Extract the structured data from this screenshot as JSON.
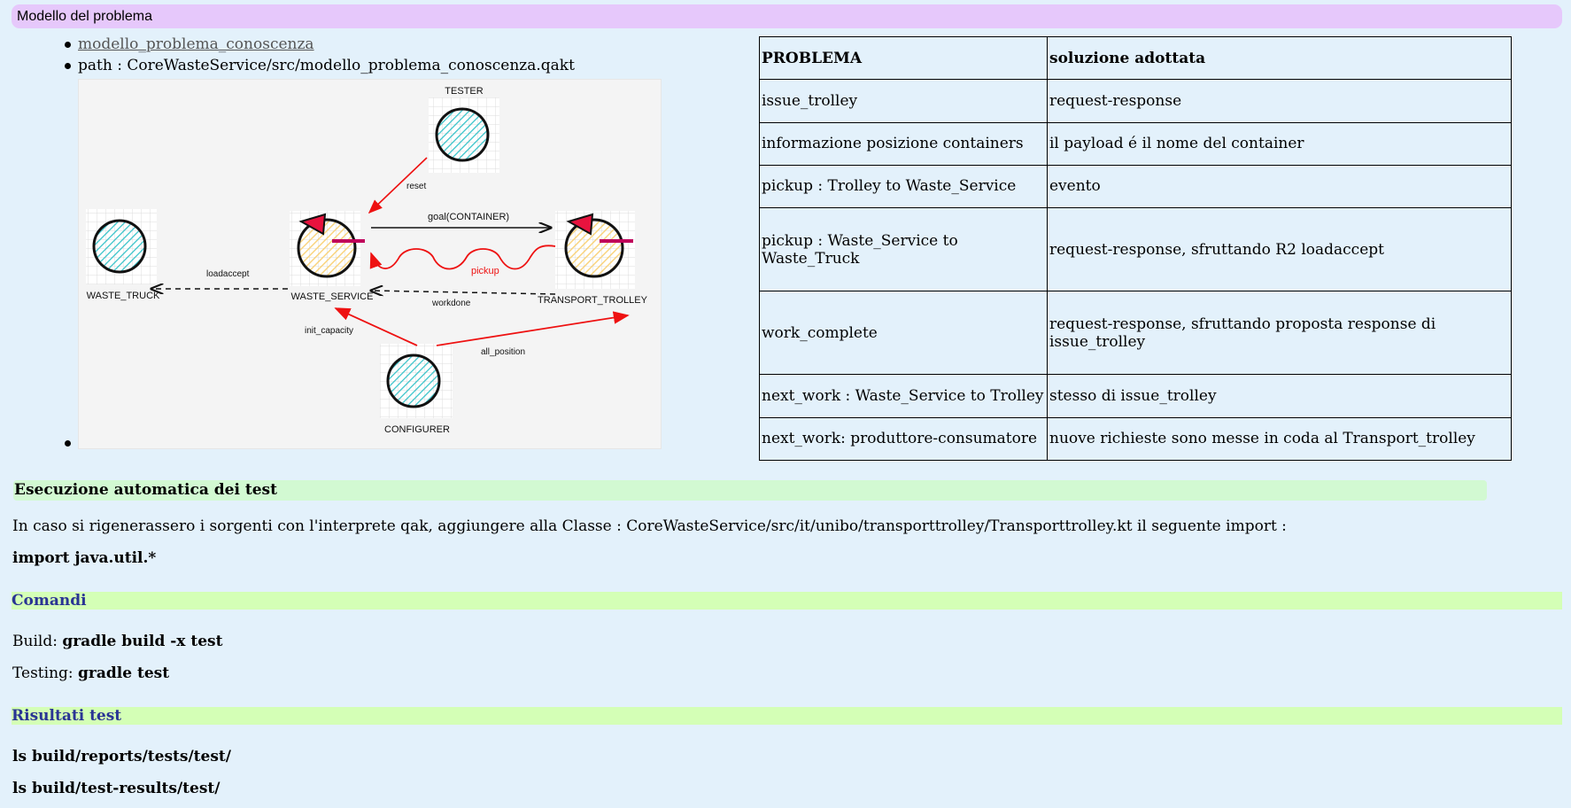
{
  "header": {
    "title": "Modello del problema"
  },
  "bullets": {
    "link_text": "modello_problema_conoscenza",
    "path_label": "path : CoreWasteService/src/modello_problema_conoscenza.qakt"
  },
  "diagram": {
    "actors": {
      "tester": "TESTER",
      "waste_truck": "WASTE_TRUCK",
      "waste_service": "WASTE_SERVICE",
      "transport_trolley": "TRANSPORT_TROLLEY",
      "configurer": "CONFIGURER"
    },
    "messages": {
      "reset": "reset",
      "goal": "goal(CONTAINER)",
      "pickup": "pickup",
      "loadaccept": "loadaccept",
      "workdone": "workdone",
      "init_capacity": "init_capacity",
      "all_position": "all_position"
    },
    "colors": {
      "red_arrow": "#ee1111",
      "actor_fill_yellow": "#f9d27a",
      "actor_fill_cyan": "#36c2c9"
    }
  },
  "table": {
    "headers": [
      "PROBLEMA",
      "soluzione adottata"
    ],
    "rows": [
      [
        "issue_trolley",
        "request-response"
      ],
      [
        "informazione posizione containers",
        "il payload é il nome del container"
      ],
      [
        "pickup : Trolley to Waste_Service",
        "evento"
      ],
      [
        "pickup : Waste_Service to Waste_Truck",
        "request-response, sfruttando R2 loadaccept"
      ],
      [
        "work_complete",
        "request-response, sfruttando proposta response di issue_trolley"
      ],
      [
        "next_work : Waste_Service to Trolley",
        "stesso di issue_trolley"
      ],
      [
        "next_work: produttore-consumatore",
        "nuove richieste sono messe in coda al Transport_trolley"
      ]
    ]
  },
  "exec": {
    "title": "Esecuzione automatica dei test",
    "note": "In caso si rigenerassero i sorgenti con l'interprete qak, aggiungere alla Classe : CoreWasteService/src/it/unibo/transporttrolley/Transporttrolley.kt il seguente import :",
    "import_stmt": "import java.util.*"
  },
  "commands": {
    "title": "Comandi",
    "build_label": "Build: ",
    "build_cmd": "gradle build -x test",
    "testing_label": "Testing: ",
    "testing_cmd": "gradle test"
  },
  "results": {
    "title": "Risultati test",
    "cmd1": "ls build/reports/tests/test/",
    "cmd2": "ls build/test-results/test/"
  },
  "colors": {
    "page_bg": "#e3f1fb",
    "header_bg": "#e6c8fb",
    "green_bar": "#d2f9d2",
    "lime_bar": "#d4ffb6",
    "lime_text": "#2a3494"
  }
}
